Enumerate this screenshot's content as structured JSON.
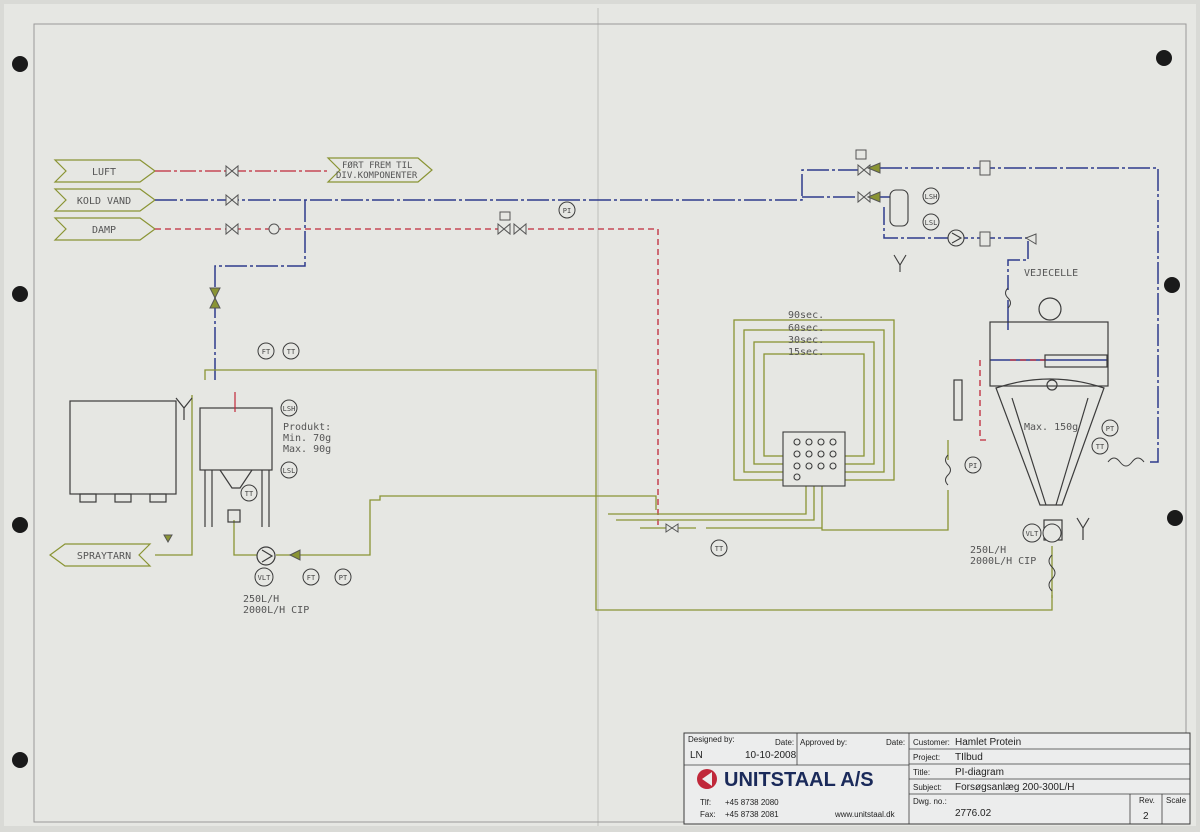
{
  "inlets": [
    {
      "label": "LUFT"
    },
    {
      "label": "KOLD VAND"
    },
    {
      "label": "DAMP"
    }
  ],
  "outlet": {
    "label": "SPRAYTARN"
  },
  "destination": {
    "line1": "FØRT FREM TIL",
    "line2": "DIV.KOMPONENTER"
  },
  "product_tank": {
    "label": "Produkt:",
    "min": "Min.  70g",
    "max": "Max.  90g"
  },
  "feed_flow": {
    "line1": "250L/H",
    "line2": "2000L/H CIP"
  },
  "return_flow": {
    "line1": "250L/H",
    "line2": "2000L/H CIP"
  },
  "holding": {
    "t1": "90sec.",
    "t2": "60sec.",
    "t3": "30sec.",
    "t4": "15sec."
  },
  "vejecelle": "VEJECELLE",
  "separator": {
    "max": "Max. 150g"
  },
  "instruments": {
    "FT": "FT",
    "TT": "TT",
    "PT": "PT",
    "PI": "PI",
    "LSH": "LSH",
    "LSL": "LSL",
    "VLT": "VLT"
  },
  "title_block": {
    "designed_by_label": "Designed by:",
    "designed_by": "LN",
    "date_label": "Date:",
    "date": "10-10-2008",
    "approved_by_label": "Approved by:",
    "date2_label": "Date:",
    "customer_label": "Customer:",
    "customer": "Hamlet Protein",
    "project_label": "Project:",
    "project": "TIlbud",
    "title_label": "Title:",
    "title": "PI-diagram",
    "subject_label": "Subject:",
    "subject": "Forsøgsanlæg 200-300L/H",
    "company": "UNITSTAAL A/S",
    "tlf_label": "Tlf:",
    "tlf": "+45 8738 2080",
    "fax_label": "Fax:",
    "fax": "+45 8738 2081",
    "web": "www.unitstaal.dk",
    "dwg_label": "Dwg. no.:",
    "dwg": "2776.02",
    "rev_label": "Rev.",
    "rev": "2",
    "scale_label": "Scale"
  },
  "colors": {
    "paper": "#e6e7e3",
    "water": "#2e3b8c",
    "steam": "#c0283a",
    "product": "#8a9434",
    "ink": "#3c3c3c",
    "logo": "#c0283a"
  }
}
